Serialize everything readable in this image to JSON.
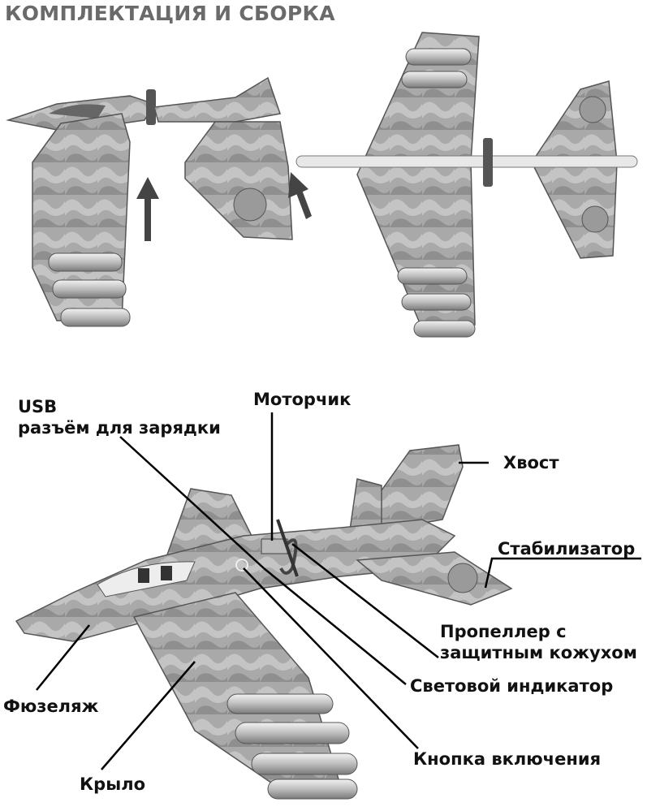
{
  "heading": "КОМПЛЕКТАЦИЯ И СБОРКА",
  "labels": {
    "usb_line1": "USB",
    "usb_line2": "разъём для зарядки",
    "motor": "Моторчик",
    "tail": "Хвост",
    "stabilizer": "Стабилизатор",
    "propeller_line1": "Пропеллер с",
    "propeller_line2": "защитным кожухом",
    "indicator": "Световой индикатор",
    "fuselage": "Фюзеляж",
    "power_button": "Кнопка включения",
    "wing": "Крыло"
  }
}
